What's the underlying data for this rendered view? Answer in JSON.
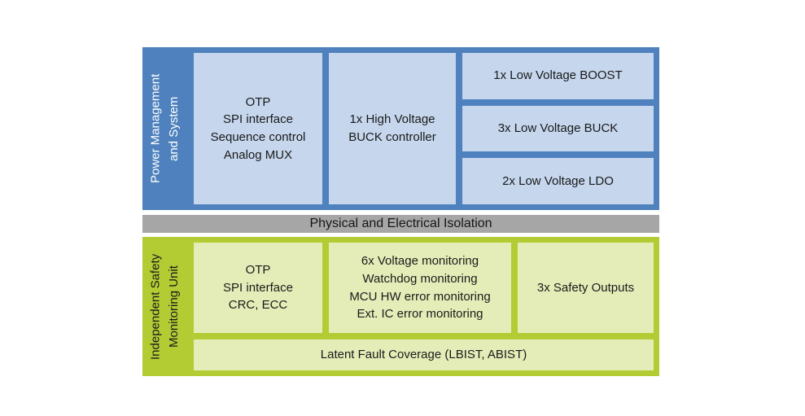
{
  "colors": {
    "canvas_bg": "#ffffff",
    "blue_frame": "#4e81bd",
    "blue_block": "#c5d6ed",
    "gray_bar": "#a6a6a6",
    "green_frame": "#b3cc34",
    "green_block": "#e4edb8",
    "text_dark": "#1a1a1a",
    "text_light": "#ffffff"
  },
  "power_section": {
    "label": "Power Management\nand System",
    "blocks": {
      "otp": "OTP\nSPI interface\nSequence control\nAnalog MUX",
      "hv_buck": "1x High Voltage\nBUCK controller",
      "lv_boost": "1x Low Voltage BOOST",
      "lv_buck": "3x Low Voltage BUCK",
      "lv_ldo": "2x Low Voltage LDO"
    }
  },
  "isolation": {
    "label": "Physical and Electrical Isolation"
  },
  "safety_section": {
    "label": "Independent Safety\nMonitoring Unit",
    "blocks": {
      "otp": "OTP\nSPI interface\nCRC, ECC",
      "monitoring": "6x Voltage monitoring\nWatchdog monitoring\nMCU HW error monitoring\nExt. IC error monitoring",
      "safety_outputs": "3x Safety Outputs",
      "latent": "Latent Fault Coverage (LBIST, ABIST)"
    }
  }
}
